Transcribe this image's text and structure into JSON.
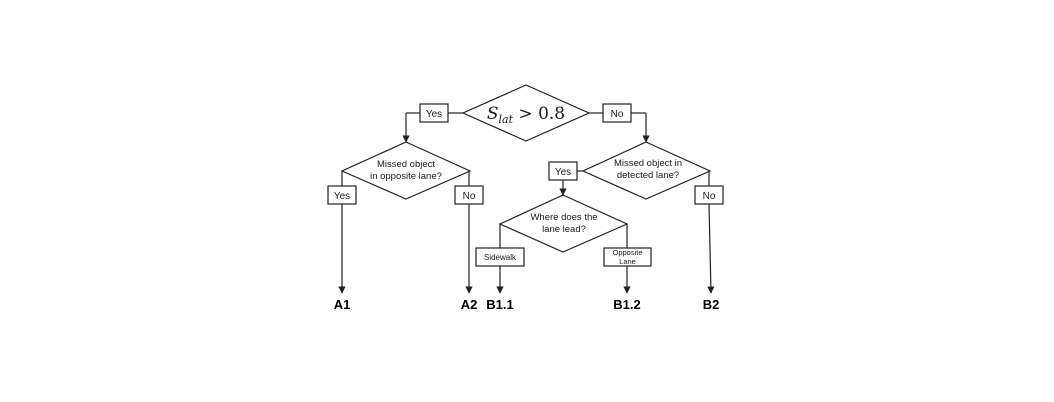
{
  "root": {
    "condition_var": "S",
    "condition_sub": "lat",
    "condition_rest": " > 0.8",
    "yes": "Yes",
    "no": "No"
  },
  "left_decision": {
    "line1": "Missed object",
    "line2": "in opposite lane?",
    "yes": "Yes",
    "no": "No"
  },
  "right_decision": {
    "line1": "Missed object in",
    "line2": "detected lane?",
    "yes": "Yes",
    "no": "No"
  },
  "lane_decision": {
    "line1": "Where does the",
    "line2": "lane lead?",
    "option_left": "Sidewalk",
    "option_right_line1": "Opposite",
    "option_right_line2": "Lane"
  },
  "outcomes": {
    "a1": "A1",
    "a2": "A2",
    "b11": "B1.1",
    "b12": "B1.2",
    "b2": "B2"
  }
}
